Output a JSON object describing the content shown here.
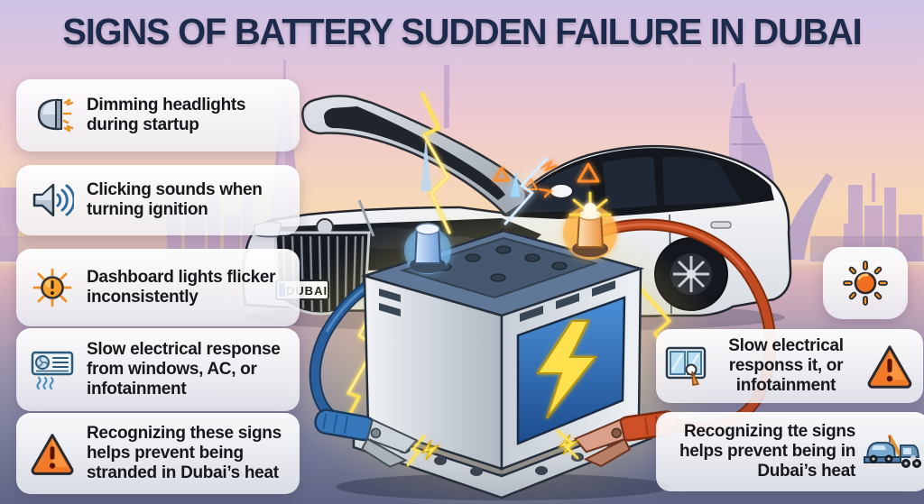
{
  "title": "SIGNS OF BATTERY SUDDEN FAILURE IN DUBAI",
  "left_cards": [
    {
      "icon": "headlight-icon",
      "text": "Dimming headlights during startup"
    },
    {
      "icon": "speaker-icon",
      "text": "Clicking sounds when turning ignition"
    },
    {
      "icon": "dashboard-warning-icon",
      "text": "Dashboard lights flicker inconsistently"
    },
    {
      "icon": "ac-unit-icon",
      "text": "Slow electrical response from windows, AC, or infotainment"
    },
    {
      "icon": "warning-triangle-icon",
      "text": "Recognizing these signs helps prevent being stranded in Dubai’s heat"
    }
  ],
  "right_cards": {
    "sun_card": {
      "icon": "sun-icon"
    },
    "electrical_card": {
      "icon_left": "window-switch-icon",
      "icon_right": "warning-triangle-icon",
      "text": "Slow electrical responss it, or infotainment"
    },
    "recognize_card": {
      "icon_right": "tow-truck-icon",
      "text": "Recognizing tte signs helps prevent being in Dubai’s heat"
    }
  },
  "illustration": {
    "license_plate": "DUBAI",
    "window_warning_icons": [
      "warning-triangle-icon",
      "warning-triangle-icon",
      "warning-triangle-icon"
    ]
  },
  "colors": {
    "title_navy": "#1d2b4c",
    "warning_orange": "#f07a28",
    "electric_yellow": "#ffe14d",
    "battery_panel_blue": "#2f6fba",
    "cable_red": "#c24a20",
    "cable_blue": "#2a5f9e",
    "sunset_peach": "#f6d8b8",
    "sky_lavender": "#cdc2e5",
    "ground_slate": "#5f6585"
  }
}
